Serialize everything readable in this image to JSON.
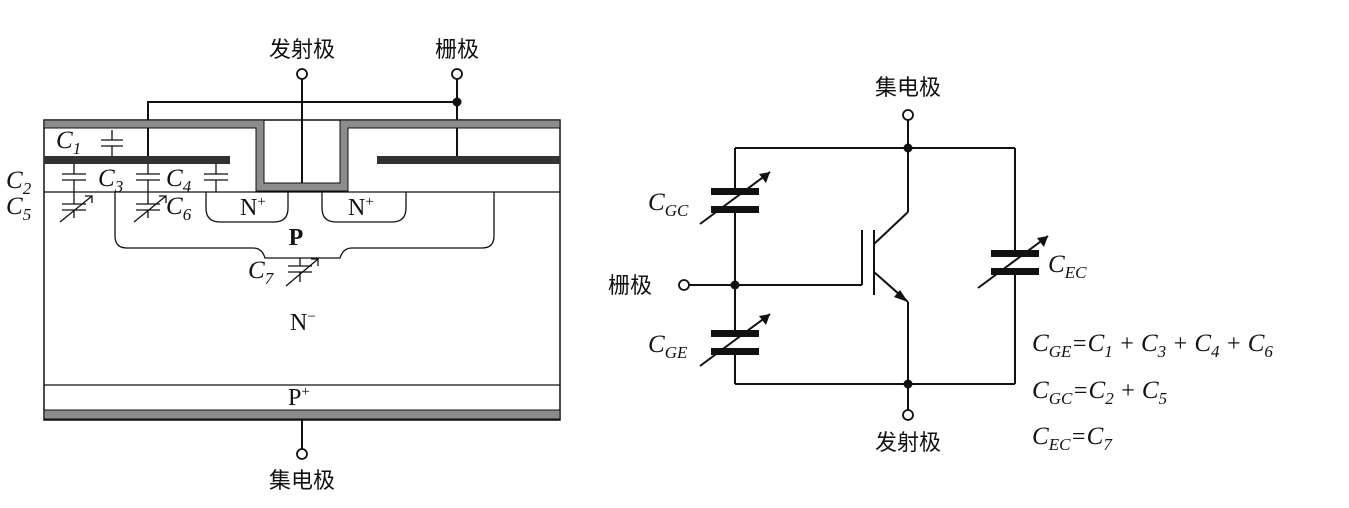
{
  "left_diagram": {
    "emitter_label": "发射极",
    "gate_label": "栅极",
    "collector_label": "集电极",
    "region_nplus_left": "N",
    "region_nplus_right": "N",
    "plus_sup": "+",
    "region_p": "P",
    "region_nminus": "N",
    "minus_sup": "−",
    "region_pplus": "P",
    "capacitors": [
      {
        "letter": "C",
        "sub": "1"
      },
      {
        "letter": "C",
        "sub": "2"
      },
      {
        "letter": "C",
        "sub": "3"
      },
      {
        "letter": "C",
        "sub": "4"
      },
      {
        "letter": "C",
        "sub": "5"
      },
      {
        "letter": "C",
        "sub": "6"
      },
      {
        "letter": "C",
        "sub": "7"
      }
    ]
  },
  "right_diagram": {
    "collector_label": "集电极",
    "gate_label": "栅极",
    "emitter_label": "发射极",
    "cgc": {
      "letter": "C",
      "sub": "GC"
    },
    "cge": {
      "letter": "C",
      "sub": "GE"
    },
    "cec": {
      "letter": "C",
      "sub": "EC"
    }
  },
  "equations": [
    {
      "lhs": {
        "letter": "C",
        "sub": "GE"
      },
      "terms": [
        {
          "letter": "C",
          "sub": "1"
        },
        {
          "letter": "C",
          "sub": "3"
        },
        {
          "letter": "C",
          "sub": "4"
        },
        {
          "letter": "C",
          "sub": "6"
        }
      ]
    },
    {
      "lhs": {
        "letter": "C",
        "sub": "GC"
      },
      "terms": [
        {
          "letter": "C",
          "sub": "2"
        },
        {
          "letter": "C",
          "sub": "5"
        }
      ]
    },
    {
      "lhs": {
        "letter": "C",
        "sub": "EC"
      },
      "terms": [
        {
          "letter": "C",
          "sub": "7"
        }
      ]
    }
  ],
  "equals": "=",
  "plus": "+"
}
